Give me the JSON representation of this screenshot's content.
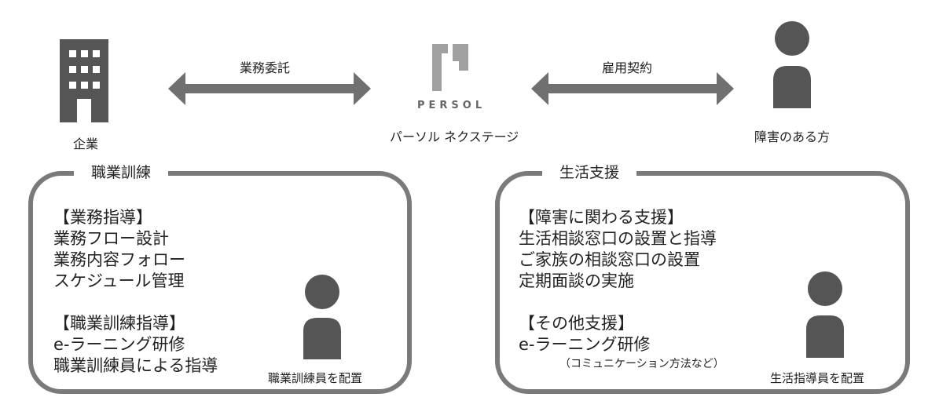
{
  "top": {
    "company_label": "企業",
    "persol_logo": "PERSOL",
    "persol_label": "パーソル ネクステージ",
    "person_label": "障害のある方",
    "arrow_left_label": "業務委託",
    "arrow_right_label": "雇用契約"
  },
  "left_box": {
    "title": "職業訓練",
    "group1_heading": "【業務指導】",
    "group1_items": [
      "業務フロー設計",
      "業務内容フォロー",
      "スケジュール管理"
    ],
    "group2_heading": "【職業訓練指導】",
    "group2_items": [
      "e-ラーニング研修",
      "職業訓練員による指導"
    ],
    "staff_caption": "職業訓練員を配置"
  },
  "right_box": {
    "title": "生活支援",
    "group1_heading": "【障害に関わる支援】",
    "group1_items": [
      "生活相談窓口の設置と指導",
      "ご家族の相談窓口の設置",
      "定期面談の実施"
    ],
    "group2_heading": "【その他支援】",
    "group2_items": [
      "e-ラーニング研修"
    ],
    "note": "（コミュニケーション方法など）",
    "staff_caption": "生活指導員を配置"
  },
  "colors": {
    "icon": "#555555",
    "arrow": "#707070",
    "box_border": "#7a7a7a",
    "logo": "#a0a0a0"
  }
}
